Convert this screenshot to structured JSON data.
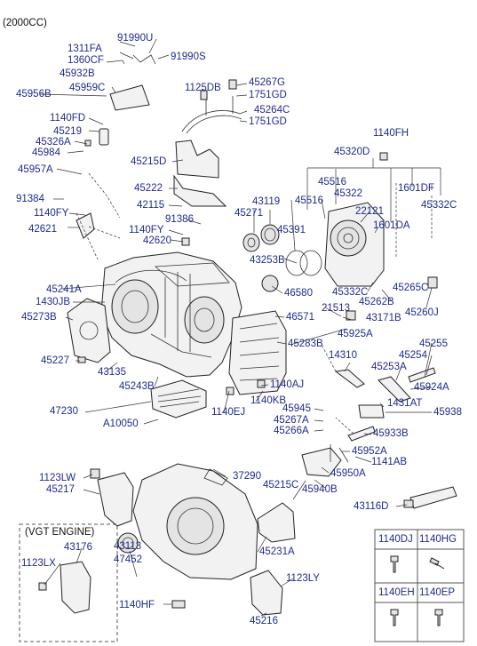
{
  "header": {
    "variant": "(2000CC)"
  },
  "vgt_box": {
    "title": "(VGT ENGINE)"
  },
  "labels": {
    "l91990u": "91990U",
    "l1311fa": "1311FA",
    "l1360cf": "1360CF",
    "l91990s": "91990S",
    "l45932b": "45932B",
    "l45956b": "45956B",
    "l45959c": "45959C",
    "l1125db": "1125DB",
    "l45267g": "45267G",
    "l1751gd": "1751GD",
    "l45264c": "45264C",
    "l1751gd2": "1751GD",
    "l1140fd": "1140FD",
    "l45219": "45219",
    "l45326a": "45326A",
    "l45984": "45984",
    "l45957a": "45957A",
    "l1140fh": "1140FH",
    "l45320d": "45320D",
    "l45215d": "45215D",
    "l45516a": "45516",
    "l45322": "45322",
    "l1601df": "1601DF",
    "l45332c": "45332C",
    "l45222": "45222",
    "l43119": "43119",
    "l45516b": "45516",
    "l22121": "22121",
    "l91384": "91384",
    "l42115": "42115",
    "l45271": "45271",
    "l1140fy": "1140FY",
    "l91386": "91386",
    "l1601da": "1601DA",
    "l42621": "42621",
    "l1140fy2": "1140FY",
    "l45391": "45391",
    "l42620": "42620",
    "l43253b": "43253B",
    "l45241a": "45241A",
    "l46580": "46580",
    "l45332c2": "45332C",
    "l45265c": "45265C",
    "l1430jb": "1430JB",
    "l45262b": "45262B",
    "l21513": "21513",
    "l45260j": "45260J",
    "l45273b": "45273B",
    "l46571": "46571",
    "l43171b": "43171B",
    "l45925a": "45925A",
    "l45283b": "45283B",
    "l45255": "45255",
    "l14310": "14310",
    "l45254": "45254",
    "l45227": "45227",
    "l43135": "43135",
    "l45253a": "45253A",
    "l45243b": "45243B",
    "l1140aj": "1140AJ",
    "l45924a": "45924A",
    "l1140kb": "1140KB",
    "l1431at": "1431AT",
    "l47230": "47230",
    "l1140ej": "1140EJ",
    "l45945": "45945",
    "l45938": "45938",
    "l45267a": "45267A",
    "la10050": "A10050",
    "l45266a": "45266A",
    "l45933b": "45933B",
    "l45952a": "45952A",
    "l1141ab": "1141AB",
    "l1123lw": "1123LW",
    "l37290": "37290",
    "l45950a": "45950A",
    "l45217": "45217",
    "l45215c": "45215C",
    "l45940b": "45940B",
    "l43116d": "43116D",
    "l43176": "43176",
    "l1123lx": "1123LX",
    "l43113": "43113",
    "l47452": "47452",
    "l45231a": "45231A",
    "l1123ly": "1123LY",
    "l1140hf": "1140HF",
    "l45216": "45216"
  },
  "fastener_table": {
    "row1": [
      "1140DJ",
      "1140HG"
    ],
    "row2": [
      "1140EH",
      "1140EP"
    ]
  }
}
